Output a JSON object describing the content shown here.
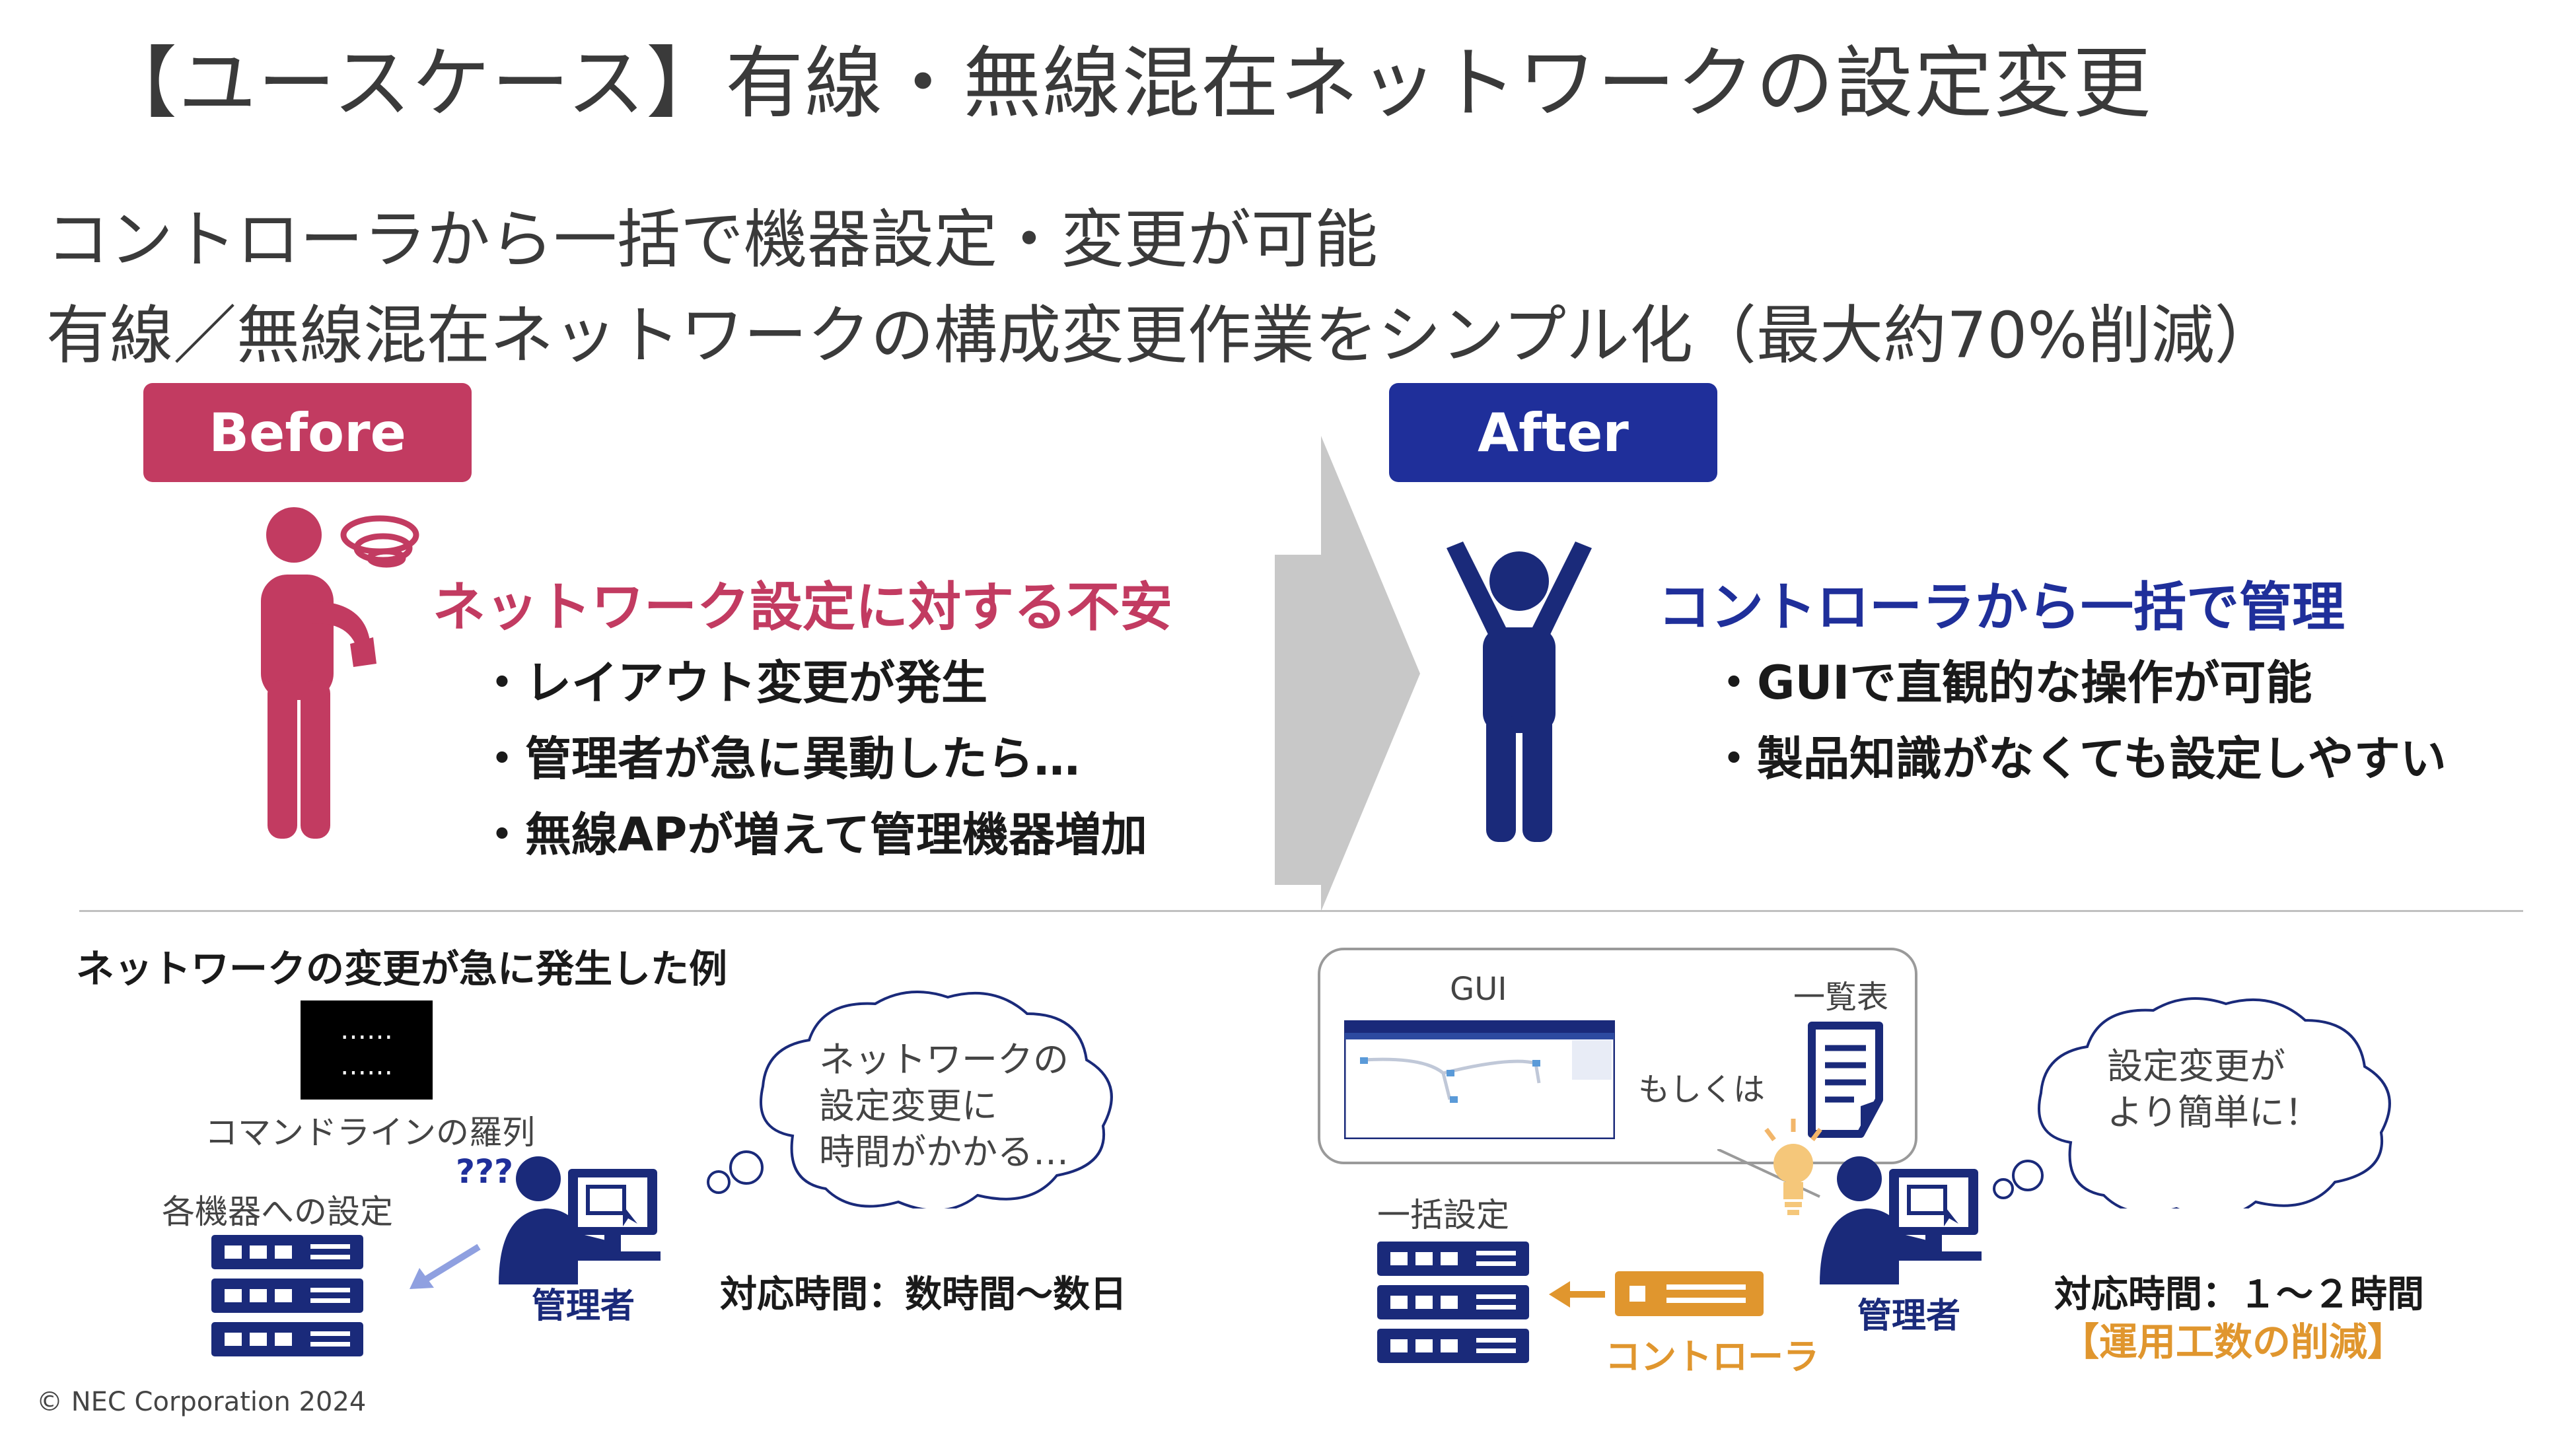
{
  "title": "【ユースケース】有線・無線混在ネットワークの設定変更",
  "subtitle1": "コントローラから一括で機器設定・変更が可能",
  "subtitle2": "有線／無線混在ネットワークの構成変更作業をシンプル化（最大約70%削減）",
  "before": {
    "badge": "Before",
    "heading": "ネットワーク設定に対する不安",
    "bullets": [
      "・レイアウト変更が発生",
      "・管理者が急に異動したら…",
      "・無線APが増えて管理機器増加"
    ]
  },
  "after": {
    "badge": "After",
    "heading": "コントローラから一括で管理",
    "bullets": [
      "・GUIで直観的な操作が可能",
      "・製品知識がなくても設定しやすい"
    ]
  },
  "example": {
    "heading": "ネットワークの変更が急に発生した例",
    "cmd_text": "……\n……",
    "cmd_caption": "コマンドラインの羅列",
    "device_caption": "各機器への設定",
    "question": "???",
    "admin": "管理者",
    "cloud": [
      "ネットワークの",
      "設定変更に",
      "時間がかかる…"
    ],
    "time": "対応時間：数時間〜数日"
  },
  "example_after": {
    "gui_label": "GUI",
    "list_label": "一覧表",
    "or_label": "もしくは",
    "bulk_caption": "一括設定",
    "controller": "コントローラ",
    "admin": "管理者",
    "cloud": [
      "設定変更が",
      "より簡単に！"
    ],
    "time": "対応時間：１〜２時間",
    "reduction": "【運用工数の削減】"
  },
  "copyright": "© NEC Corporation 2024",
  "colors": {
    "before": "#c23b61",
    "after": "#1f2f9a",
    "navy": "#1a2a7a",
    "orange": "#e0962e",
    "arrow": "#c8c8c8"
  }
}
